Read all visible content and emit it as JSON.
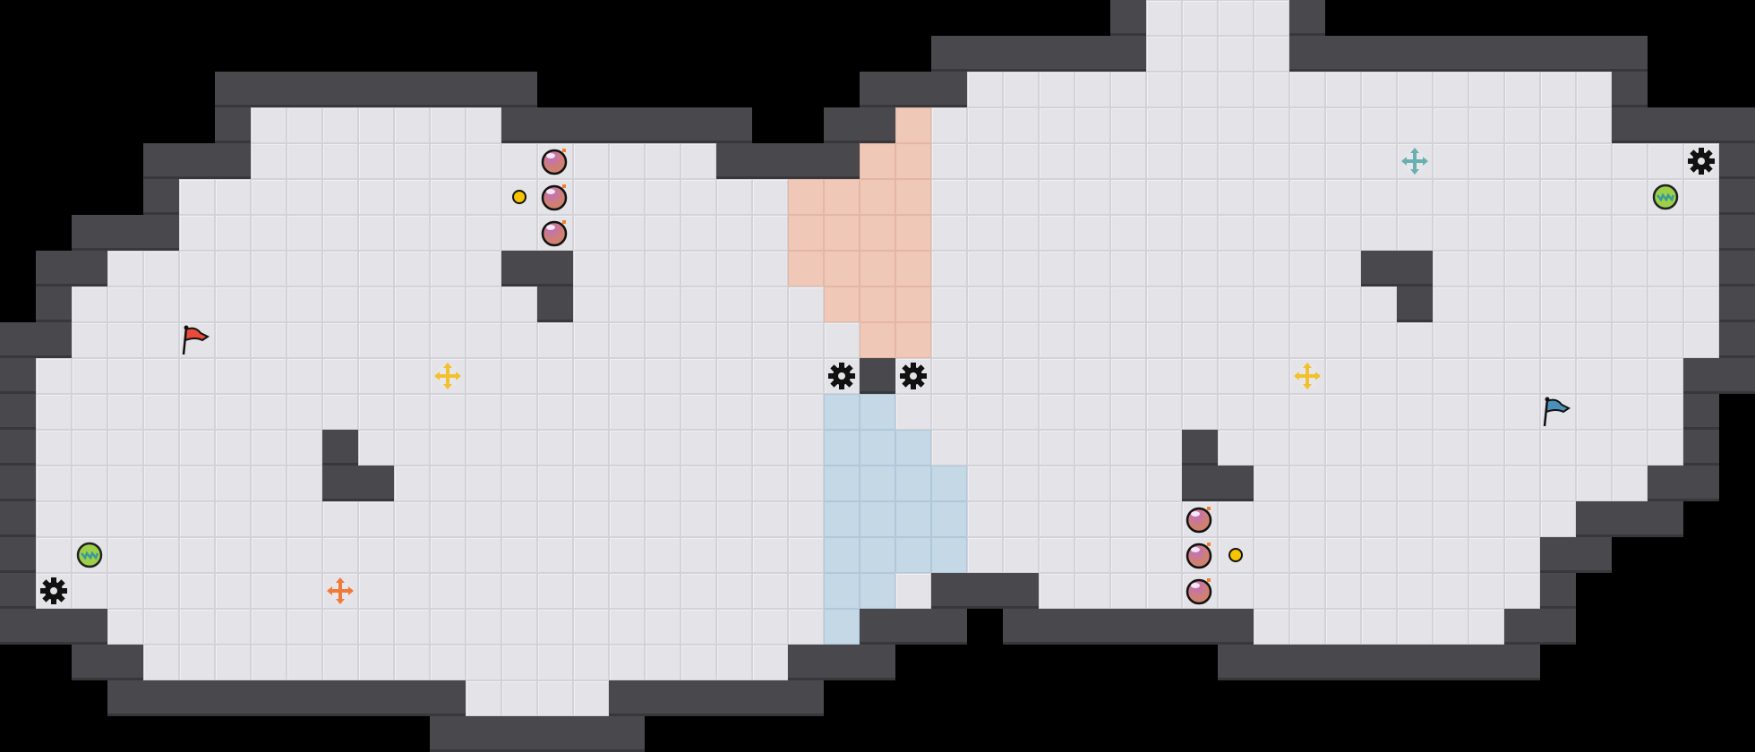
{
  "game": {
    "colors": {
      "floor": "#e4e4e8",
      "wall": "#48484d",
      "team_red_zone": "#f0c8b8",
      "team_blue_zone": "#c4d8e6"
    },
    "entities": [
      {
        "type": "bomb",
        "col": 15,
        "row": 4
      },
      {
        "type": "bomb",
        "col": 15,
        "row": 5
      },
      {
        "type": "bomb",
        "col": 15,
        "row": 6
      },
      {
        "type": "coin",
        "col": 14,
        "row": 5
      },
      {
        "type": "bomb",
        "col": 33,
        "row": 14
      },
      {
        "type": "bomb",
        "col": 33,
        "row": 15
      },
      {
        "type": "bomb",
        "col": 33,
        "row": 16
      },
      {
        "type": "coin",
        "col": 34,
        "row": 15
      },
      {
        "type": "flag",
        "team": "red",
        "color": "#e84a3c",
        "col": 5,
        "row": 9
      },
      {
        "type": "flag",
        "team": "blue",
        "color": "#4a90b8",
        "col": 43,
        "row": 11
      },
      {
        "type": "move-arrows",
        "color": "#f2c12e",
        "col": 12,
        "row": 10
      },
      {
        "type": "move-arrows",
        "color": "#f2c12e",
        "col": 36,
        "row": 10
      },
      {
        "type": "move-arrows",
        "color": "#f07a3a",
        "col": 9,
        "row": 16
      },
      {
        "type": "move-arrows",
        "color": "#6ab0b0",
        "col": 39,
        "row": 4
      },
      {
        "type": "gear",
        "col": 1,
        "row": 16
      },
      {
        "type": "gear",
        "col": 23,
        "row": 10
      },
      {
        "type": "gear",
        "col": 25,
        "row": 10
      },
      {
        "type": "gear",
        "col": 47,
        "row": 4
      },
      {
        "type": "green-ball",
        "col": 2,
        "row": 15
      },
      {
        "type": "green-ball",
        "col": 46,
        "row": 5
      }
    ]
  }
}
